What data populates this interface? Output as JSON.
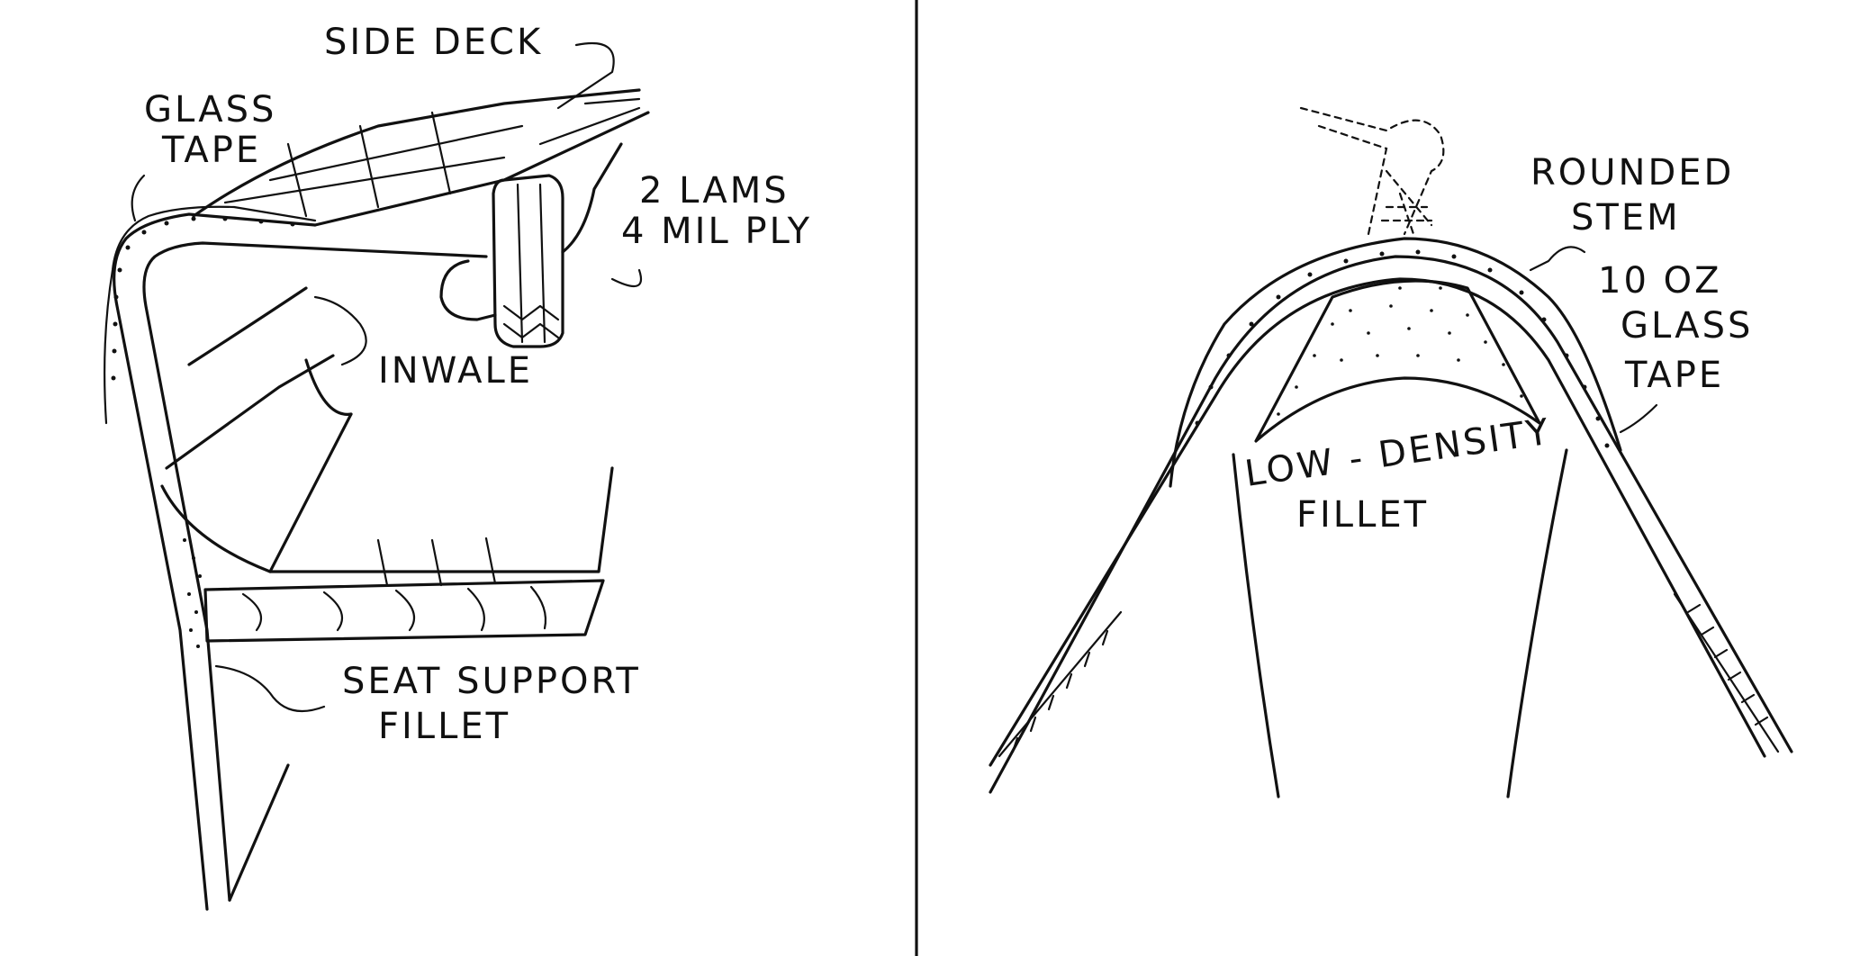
{
  "left_panel": {
    "labels": {
      "side_deck": "SIDE DECK",
      "glass_tape_line1": "GLASS",
      "glass_tape_line2": "TAPE",
      "lams_line1": "2 LAMS",
      "lams_line2": "4 MIL PLY",
      "inwale": "INWALE",
      "seat_support_line1": "SEAT SUPPORT",
      "seat_support_line2": "FILLET"
    }
  },
  "right_panel": {
    "labels": {
      "rounded_stem_line1": "ROUNDED",
      "rounded_stem_line2": "STEM",
      "tape_line1": "10 OZ",
      "tape_line2": "GLASS",
      "tape_line3": "TAPE",
      "fillet_line1": "LOW - DENSITY",
      "fillet_line2": "FILLET"
    }
  },
  "colors": {
    "ink": "#111111",
    "paper": "#ffffff"
  }
}
